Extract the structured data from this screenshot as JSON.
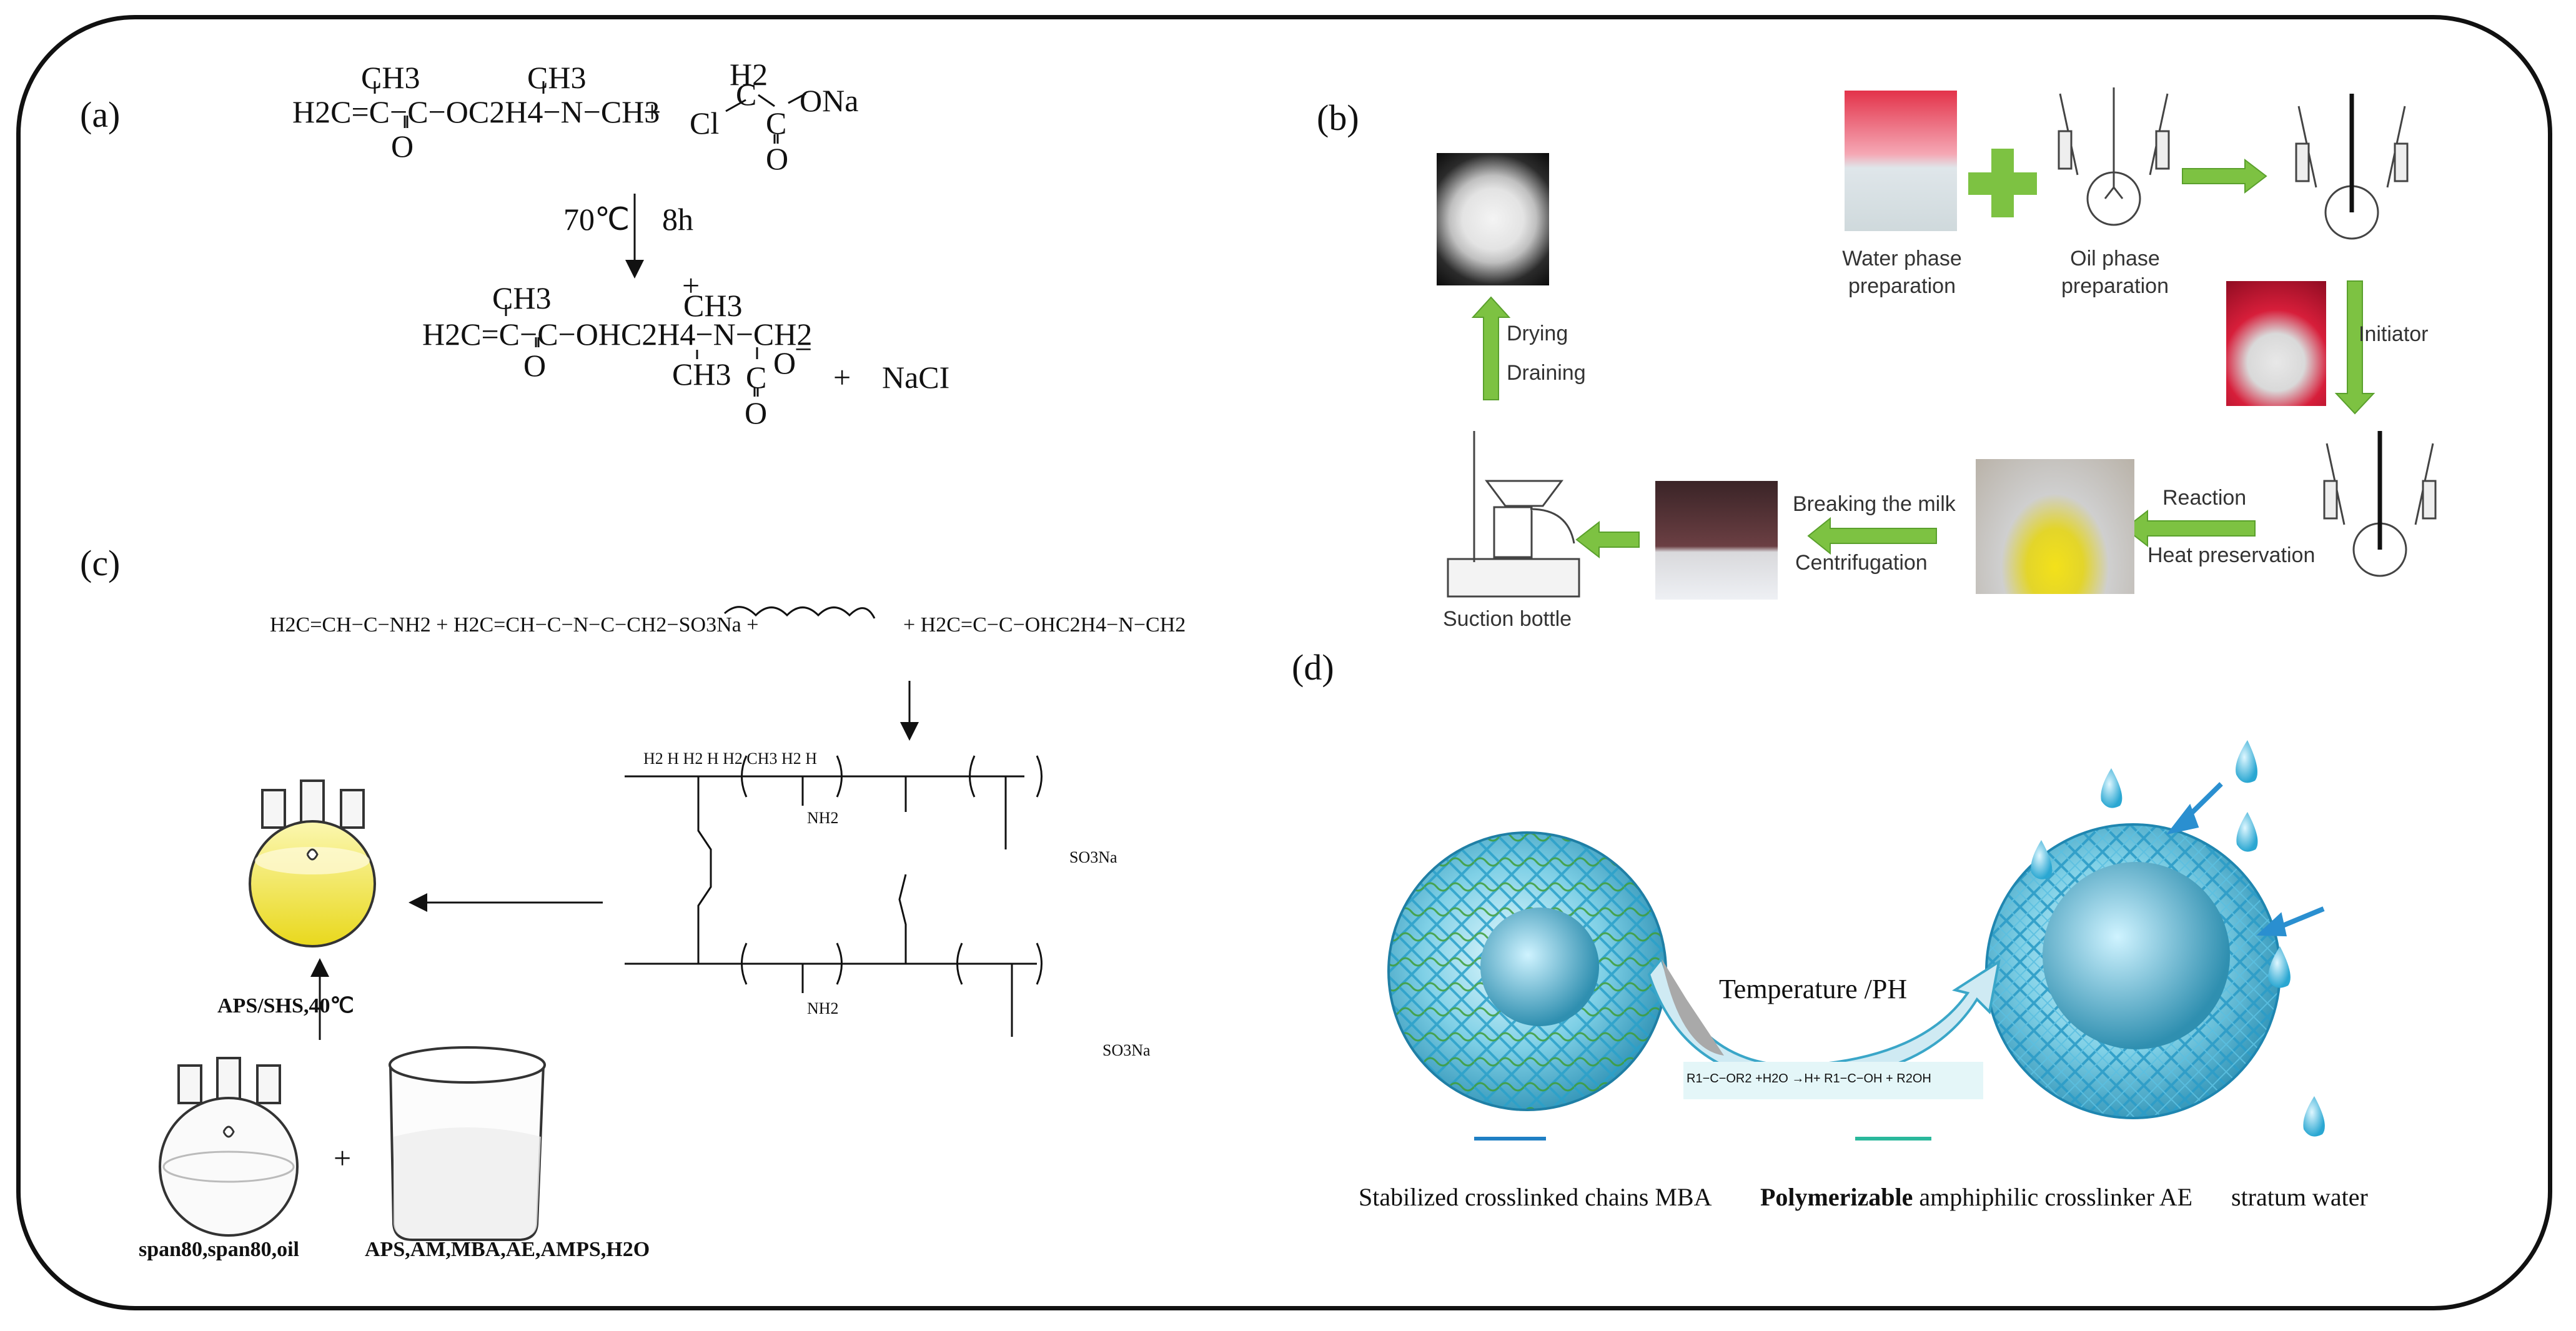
{
  "panels": {
    "a": {
      "label": "(a)",
      "reactant1": {
        "ch3": "CH3",
        "main": "H2C=C−C−OC2H4−N−CH3",
        "ch3b": "CH3",
        "o": "O"
      },
      "plus": "+",
      "reactant2": {
        "h2": "H2",
        "c": "C",
        "ona": "ONa",
        "cl": "Cl",
        "c2": "C",
        "o": "O"
      },
      "condition_temp": "70℃",
      "condition_time": "8h",
      "product": {
        "ch3": "CH3",
        "main": "H2C=C−C−OHC2H4−N−CH2",
        "charge_plus": "+",
        "ch3b": "CH3",
        "ch3c": "CH3",
        "o": "O",
        "c": "C",
        "o2": "O",
        "charge_minus": "−"
      },
      "plus2": "+",
      "byproduct": "NaCI"
    },
    "b": {
      "label": "(b)",
      "water_phase": "Water phase\npreparation",
      "oil_phase": "Oil phase\npreparation",
      "initiator": "Initiator",
      "reaction": "Reaction",
      "heat": "Heat preservation",
      "breaking": "Breaking the milk",
      "centrifugation": "Centrifugation",
      "suction": "Suction bottle",
      "drying": "Drying",
      "draining": "Draining"
    },
    "c": {
      "label": "(c)",
      "monomer_line": "H2C=CH−C−NH2 +  H2C=CH−C−N−C−CH2−SO3Na +",
      "monomer_line_b": "+ H2C=C−C−OHC2H4−N−CH2",
      "condition": "APS/SHS,40℃",
      "oil_label": "span80,span80,oil",
      "water_label": "APS,AM,MBA,AE,AMPS,H2O",
      "plus": "+",
      "polymer_top": "H2   H          H2   H        H2  CH3        H2   H",
      "so3na_1": "SO3Na",
      "so3na_2": "SO3Na",
      "nh2_1": "NH2",
      "nh2_2": "NH2"
    },
    "d": {
      "label": "(d)",
      "condition": "Temperature /PH",
      "reaction_eq": "R1−C−OR2  +H2O  →H+  R1−C−OH  +  R2OH",
      "legend_mba": "Stabilized crosslinked chains MBA",
      "legend_ae_bold": "Polymerizable",
      "legend_ae_rest": " amphiphilic crosslinker AE",
      "legend_water": "stratum water"
    }
  },
  "colors": {
    "green_arrow": "#7dc242",
    "green_arrow_dark": "#5aa02c",
    "water_drop": "#3fb6d8",
    "sphere_blue": "#3aa6c8",
    "mba_line": "#1f7fc4",
    "ae_line": "#2ab89c",
    "yellow": "#f1e23a"
  }
}
